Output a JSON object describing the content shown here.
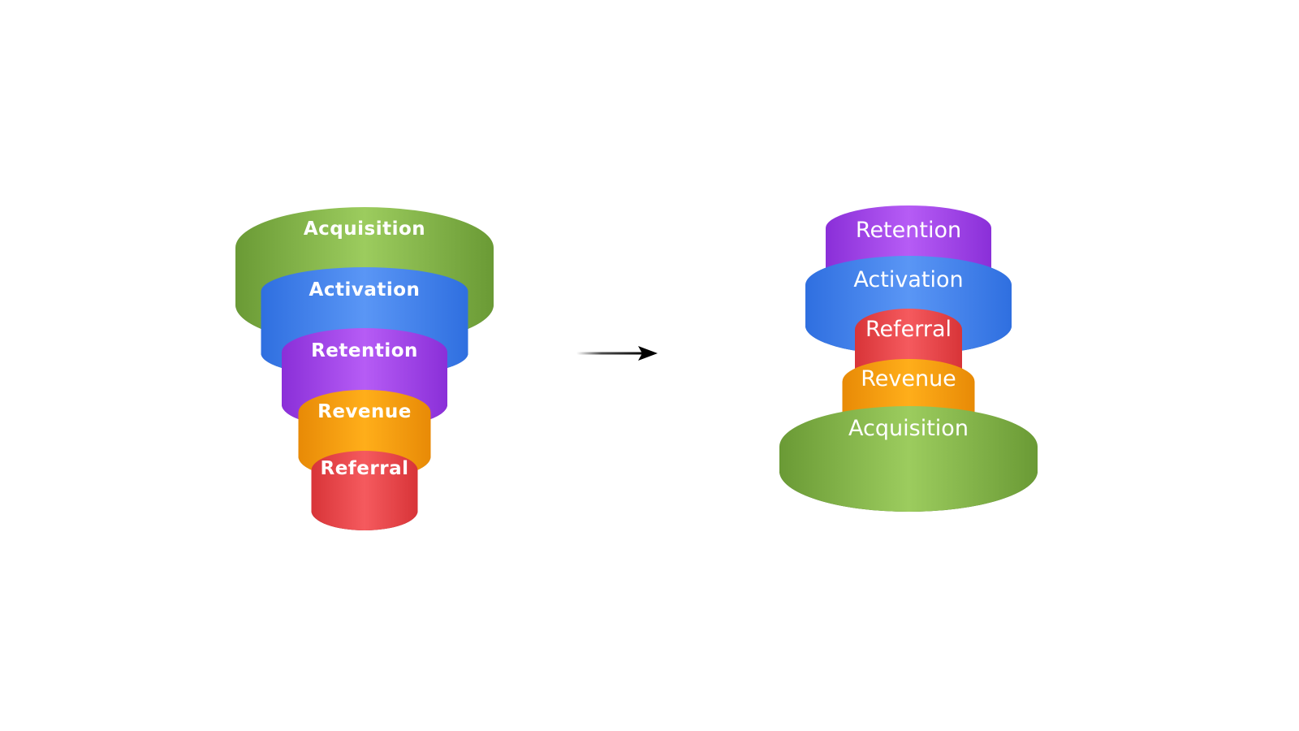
{
  "diagram": {
    "title": "AARRR funnel reordering",
    "left_funnel": {
      "name": "traditional-funnel",
      "layers": [
        {
          "label": "Acquisition",
          "color": "green"
        },
        {
          "label": "Activation",
          "color": "blue"
        },
        {
          "label": "Retention",
          "color": "purple"
        },
        {
          "label": "Revenue",
          "color": "orange"
        },
        {
          "label": "Referral",
          "color": "red"
        }
      ]
    },
    "arrow": {
      "direction": "right",
      "icon": "arrow-right-icon"
    },
    "right_funnel": {
      "name": "reordered-funnel",
      "layers": [
        {
          "label": "Retention",
          "color": "purple"
        },
        {
          "label": "Activation",
          "color": "blue"
        },
        {
          "label": "Referral",
          "color": "red"
        },
        {
          "label": "Revenue",
          "color": "orange"
        },
        {
          "label": "Acquisition",
          "color": "green"
        }
      ]
    },
    "palette": {
      "green": {
        "light": "#9ccc5e",
        "mid": "#6a9a35",
        "dark": "#3f6a18",
        "darkest": "#2f5410"
      },
      "blue": {
        "light": "#5a96f5",
        "mid": "#2f6fe0",
        "dark": "#1a52c4",
        "darkest": "#0f3a9a"
      },
      "purple": {
        "light": "#b65cf5",
        "mid": "#8a2fd8",
        "dark": "#6a14b5",
        "darkest": "#500e8f"
      },
      "orange": {
        "light": "#ffae1a",
        "mid": "#e88a06",
        "dark": "#b86a00",
        "darkest": "#8f5000"
      },
      "red": {
        "light": "#f55a5e",
        "mid": "#d83438",
        "dark": "#a8242a",
        "darkest": "#6e1418"
      }
    }
  }
}
